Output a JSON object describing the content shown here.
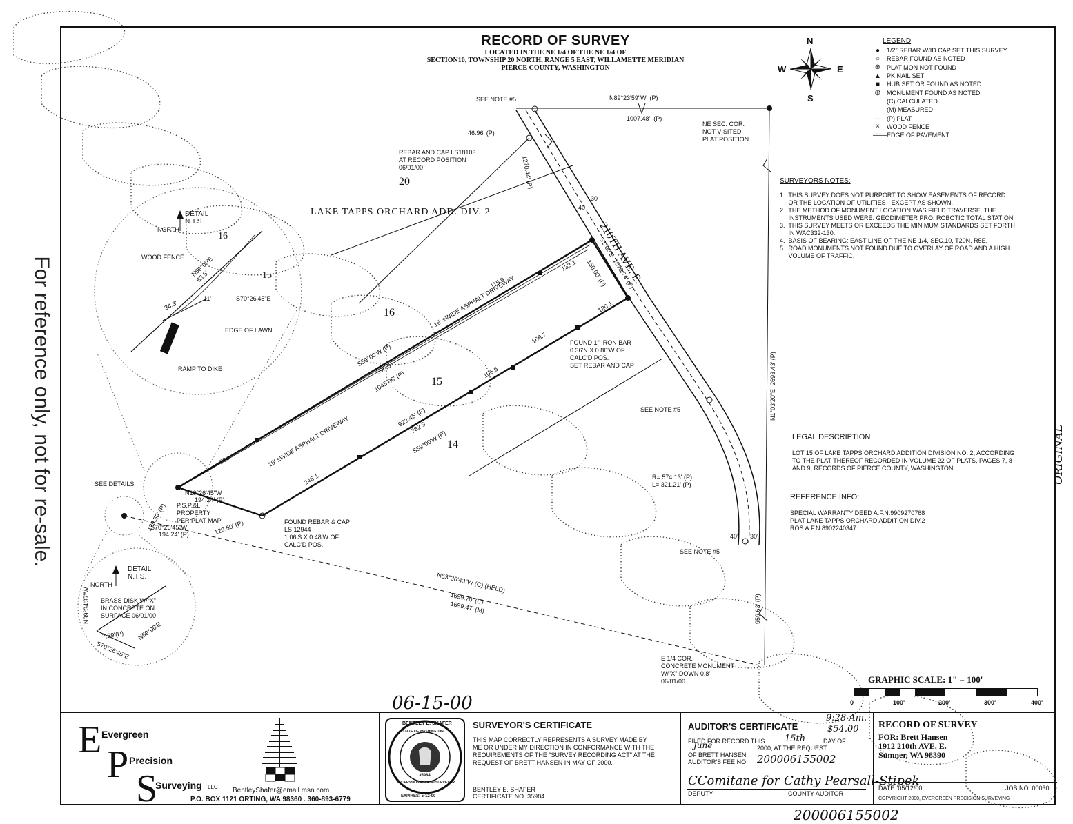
{
  "side_note": "For reference only, not for re-sale.",
  "original_mark": "ORIGINAL",
  "header": {
    "title": "RECORD OF SURVEY",
    "sub1": "LOCATED IN THE NE 1/4 OF THE NE 1/4 OF",
    "sub2": "SECTION10, TOWNSHIP 20 NORTH, RANGE 5 EAST, WILLAMETTE MERIDIAN",
    "sub3": "PIERCE COUNTY, WASHINGTON"
  },
  "compass": {
    "n": "N",
    "s": "S",
    "e": "E",
    "w": "W"
  },
  "legend": {
    "title": "LEGEND",
    "items": [
      {
        "symbol": "●",
        "text": "1/2\" REBAR W/ID CAP SET THIS SURVEY"
      },
      {
        "symbol": "○",
        "text": "REBAR FOUND AS NOTED"
      },
      {
        "symbol": "⊕",
        "text": "PLAT MON NOT FOUND"
      },
      {
        "symbol": "▲",
        "text": "PK NAIL SET"
      },
      {
        "symbol": "■",
        "text": "HUB SET OR FOUND AS NOTED"
      },
      {
        "symbol": "◍",
        "text": "MONUMENT FOUND AS NOTED"
      },
      {
        "symbol": "",
        "text": "(C) CALCULATED"
      },
      {
        "symbol": "",
        "text": "(M) MEASURED"
      },
      {
        "symbol": "",
        "text": "(P) PLAT"
      },
      {
        "symbol": "—×—",
        "text": "WOOD FENCE"
      },
      {
        "symbol": "——",
        "text": "EDGE OF PAVEMENT"
      }
    ]
  },
  "surveyors_notes": {
    "title": "SURVEYORS NOTES:",
    "lines": [
      "1.  THIS SURVEY DOES NOT PURPORT TO SHOW EASEMENTS OF RECORD",
      "     OR THE LOCATION OF UTILITIES - EXCEPT AS SHOWN.",
      "2.  THE METHOD OF MONUMENT LOCATION WAS FIELD TRAVERSE. THE",
      "     INSTRUMENTS USED WERE: GEODIMETER PRO, ROBOTIC TOTAL STATION.",
      "3.  THIS SURVEY MEETS OR EXCEEDS THE MINIMUM STANDARDS SET FORTH",
      "     IN WAC332-130.",
      "4.  BASIS OF BEARING: EAST LINE OF THE NE 1/4, SEC.10, T20N, R5E.",
      "5.  ROAD MONUMENTS NOT FOUND DUE TO OVERLAY OF ROAD AND A HIGH",
      "     VOLUME OF TRAFFIC."
    ]
  },
  "legal_description": {
    "title": "LEGAL DESCRIPTION",
    "lines": [
      "LOT 15 OF LAKE TAPPS ORCHARD ADDITION DIVISION NO. 2, ACCORDING",
      "TO THE PLAT THEREOF RECORDED IN VOLUME 22 OF PLATS, PAGES 7, 8",
      "AND 9, RECORDS OF PIERCE COUNTY, WASHINGTON."
    ]
  },
  "reference_info": {
    "title": "REFERENCE INFO:",
    "lines": [
      "SPECIAL WARRANTY DEED A.F.N.9909270768",
      "PLAT LAKE TAPPS ORCHARD ADDITION DIV.2",
      "ROS A.F.N.8902240347"
    ]
  },
  "map_labels": {
    "see_note_top": "SEE NOTE #5",
    "bearing_top": "N89°23'59\"W  (P)",
    "dist_top": "1007.48'  (P)",
    "ne_sec": "NE SEC. COR.\nNOT VISITED\nPLAT POSITION",
    "dist_4696": "46.96' (P)",
    "rebar_cap": "REBAR AND CAP LS18103\nAT RECORD POSITION\n06/01/00",
    "dist_127044": "1270.44' (P)",
    "lot20": "20",
    "lake_tapps": "LAKE TAPPS ORCHARD ADD. DIV. 2",
    "road_40": "40",
    "road_30": "30",
    "road_name": "210TH AVE. E.",
    "road_bearing": "S1°00'E  1676.74' (P)",
    "dist_15000": "150.00' (P)",
    "dist_1331": "133.1",
    "dist_1159": "115.9",
    "driveway1": "16' ±WIDE ASPHALT DRIVEWAY",
    "lot16": "16",
    "bearing_s59": "S59°00'W (P)",
    "dist_5968": "596.8",
    "dist_104586": "1045.86' (P)",
    "dist_1201": "120.1",
    "found_bar": "FOUND 1\" IRON BAR\n0.36'N X 0.86'W OF\nCALC'D POS.\nSET REBAR AND CAP",
    "dist_1667": "166.7",
    "dist_1065": "106.5",
    "lot15": "15",
    "dist_92245": "922.45' (P)",
    "dist_2829": "282.9",
    "bearing_s59b": "S59°00'W (P)",
    "lot14": "14",
    "see_note_mid": "SEE NOTE #5",
    "driveway2": "16' ±WIDE ASPHALT DRIVEWAY",
    "dist_200": "200",
    "dist_2461": "246.1",
    "see_details": "SEE DETAILS",
    "bearing_n10": "N10°26'45\"W",
    "dist_19424": "194.24' (P)",
    "pspl": "P.S.P.&L.\nPROPERTY\nPER PLAT MAP",
    "dist_12950a": "129.50' (P)",
    "dist_12950b": "129.50' (P)",
    "bearing_s70": "S70°26'45\"W",
    "dist_19424b": "194.24' (P)",
    "found_rebar": "FOUND REBAR & CAP\nLS 12944\n1.06'S X 0.48'W OF\nCALC'D POS.",
    "curve": "R= 574.13' (P)\nL= 321.21' (P)",
    "road_40b": "40'",
    "road_30b": "30'",
    "see_note_bot": "SEE NOTE #5",
    "long_bearing": "N53°26'43\"W (C) (HELD)",
    "long_dist1": "1699.70' (C)",
    "long_dist2": "1699.47' (M)",
    "east_line": "N1°03'20\"E  2693.43' (P)",
    "dist_95963": "959.63' (P)",
    "e14": "E 1/4 COR.\nCONCRETE MONUMENT\nW/\"X\" DOWN 0.8'\n06/01/00",
    "detail1_title": "DETAIL\nN.T.S.",
    "detail1_north": "NORTH",
    "detail1_fence": "WOOD FENCE",
    "detail1_bearing": "N59°00'E\n63.5'",
    "detail1_lot16": "16",
    "detail1_lot15": "15",
    "detail1_s70": "S70°26'45\"E",
    "detail1_343": "34.3'",
    "detail1_11": "11'",
    "detail1_lawn": "EDGE OF LAWN",
    "detail1_ramp": "RAMP TO DIKE",
    "detail2_title": "DETAIL\nN.T.S.",
    "detail2_north": "NORTH",
    "detail2_brass": "BRASS DISK W/\"X\"\nIN CONCRETE ON\nSURFACE 06/01/00",
    "detail2_n39": "N39°34'37\"W",
    "detail2_789": "7.89'(P)",
    "detail2_s70": "S70°26'45\"E",
    "detail2_n59": "N59°00'E"
  },
  "graphic_scale": {
    "title": "GRAPHIC SCALE:  1\" = 100'",
    "ticks": [
      "0",
      "100'",
      "200'",
      "300'",
      "400'"
    ]
  },
  "stamp_date": "06-15-00",
  "company": {
    "line1": "Evergreen",
    "line2": "Precision",
    "line3": "Surveying",
    "llc": "LLC",
    "email": "BentleyShafer@email.msn.com",
    "address": "P.O. BOX 1121 ORTING, WA 98360 . 360-893-6779"
  },
  "seal": {
    "name": "BENTLEY E. SHAFER",
    "state": "STATE OF WASHINGTON",
    "prof": "PROFESSIONAL LAND SURVEYOR",
    "reg": "35984",
    "expires": "EXPIRES: 5-12-00"
  },
  "surveyor_cert": {
    "title": "SURVEYOR'S CERTIFICATE",
    "body": "THIS MAP CORRECTLY REPRESENTS A SURVEY MADE BY\nME OR UNDER MY DIRECTION IN CONFORMANCE WITH THE\nREQUIREMENTS OF THE \"SURVEY RECORDING ACT\" AT THE\nREQUEST OF BRETT HANSEN IN MAY OF 2000.",
    "name": "BENTLEY E. SHAFER",
    "cert_no": "CERTIFICATE NO. 35984"
  },
  "auditor_cert": {
    "title": "AUDITOR'S CERTIFICATE",
    "time": "9:28 Am.",
    "fee": "$54.00",
    "line1": "FILED FOR RECORD THIS",
    "day": "15th",
    "day_of": "DAY OF",
    "month": "June",
    "line2": "2000, AT THE REQUEST",
    "line3": "OF BRETT HANSEN.",
    "line4": "AUDITOR'S FEE NO.",
    "fee_no": "200006155002",
    "signature": "CComitane for Cathy Pearsall-Stipek",
    "deputy": "DEPUTY",
    "county_auditor": "COUNTY AUDITOR"
  },
  "record_block": {
    "title": "RECORD OF SURVEY",
    "for": "FOR: Brett Hansen",
    "addr1": "1912 210th AVE. E.",
    "addr2": "Sumner, WA 98390",
    "date": "DATE: 05/12/00",
    "job": "JOB NO: 00030",
    "copyright": "COPYRIGHT 2000, EVERGREEN PRECISION SURVEYING"
  },
  "bottom_number": "200006155002"
}
